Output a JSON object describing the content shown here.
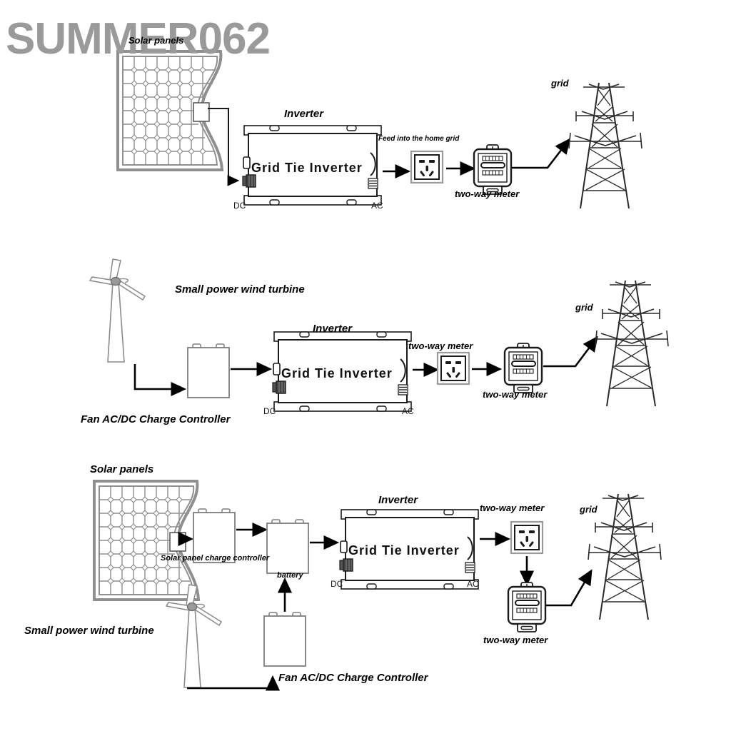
{
  "watermark": {
    "text": "SUMMER062",
    "color": "#9a9a9a"
  },
  "palette": {
    "stroke": "#1a1a1a",
    "light_stroke": "#8a8a8a",
    "panel_frame": "#8f8f8f",
    "arrow": "#000000",
    "white": "#ffffff"
  },
  "diagrams": [
    {
      "id": "diagram-1",
      "name": "solar-only-grid-tie",
      "labels": {
        "solar_panels": "Solar panels",
        "inverter": "Inverter",
        "inverter_body": "Grid  Tie  Inverter",
        "dc": "DC",
        "ac": "AC",
        "feed": "Feed into the home grid",
        "two_way_meter": "two-way meter",
        "grid": "grid"
      }
    },
    {
      "id": "diagram-2",
      "name": "wind-only-grid-tie",
      "labels": {
        "turbine": "Small power wind turbine",
        "charge_controller": "Fan AC/DC Charge Controller",
        "inverter": "Inverter",
        "inverter_body": "Grid  Tie  Inverter",
        "dc": "DC",
        "ac": "AC",
        "outlet_meter": "two-way meter",
        "two_way_meter": "two-way meter",
        "grid": "grid"
      }
    },
    {
      "id": "diagram-3",
      "name": "hybrid-solar-wind-grid-tie",
      "labels": {
        "solar_panels": "Solar panels",
        "solar_charge_controller": "Solar panel charge controller",
        "battery": "battery",
        "turbine": "Small power wind turbine",
        "fan_charge_controller": "Fan AC/DC Charge Controller",
        "inverter": "Inverter",
        "inverter_body": "Grid  Tie  Inverter",
        "dc": "DC",
        "ac": "AC",
        "outlet_meter": "two-way meter",
        "two_way_meter": "two-way meter",
        "grid": "grid"
      }
    }
  ]
}
